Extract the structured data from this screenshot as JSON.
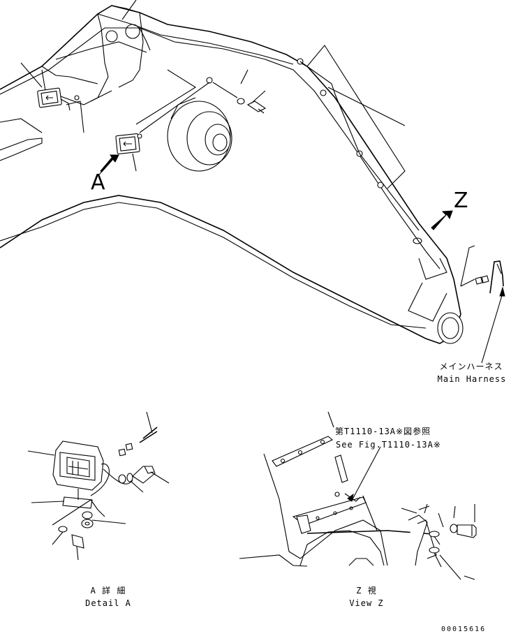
{
  "labels": {
    "view_a_marker": "A",
    "view_z_marker": "Z",
    "main_harness_jp": "メインハーネス",
    "main_harness_en": "Main Harness",
    "see_fig_jp": "第T1110-13A※図参照",
    "see_fig_en": "See Fig.T1110-13A※",
    "detail_a_jp": "A 詳 細",
    "detail_a_en": "Detail A",
    "view_z_jp": "Z  視",
    "view_z_en": "View Z",
    "drawing_number": "00015616"
  },
  "icons": {
    "arrow": "arrow-icon",
    "lamp": "work-lamp-icon"
  }
}
